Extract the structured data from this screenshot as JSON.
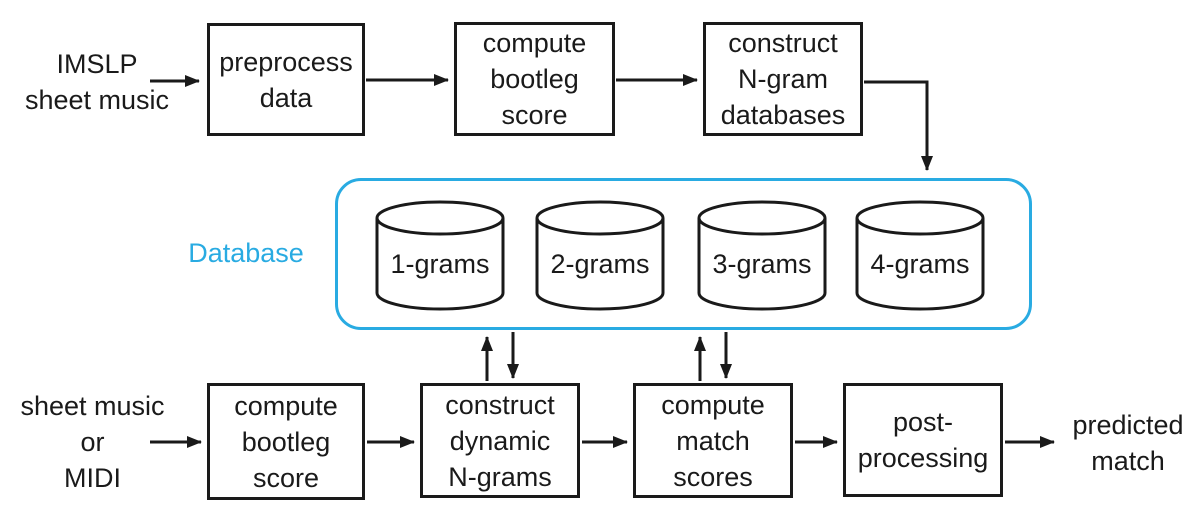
{
  "colors": {
    "accent_blue": "#29ABE2",
    "ink": "#1a1a1a"
  },
  "top_flow": {
    "source_label": "IMSLP\nsheet music",
    "steps": [
      "preprocess\ndata",
      "compute\nbootleg\nscore",
      "construct\nN-gram\ndatabases"
    ]
  },
  "database": {
    "label": "Database",
    "cylinders": [
      "1-grams",
      "2-grams",
      "3-grams",
      "4-grams"
    ]
  },
  "query_flow": {
    "source_label": "sheet music\nor\nMIDI",
    "steps": [
      "compute\nbootleg\nscore",
      "construct\ndynamic\nN-grams",
      "compute\nmatch\nscores",
      "post-\nprocessing"
    ],
    "output_label": "predicted\nmatch"
  }
}
